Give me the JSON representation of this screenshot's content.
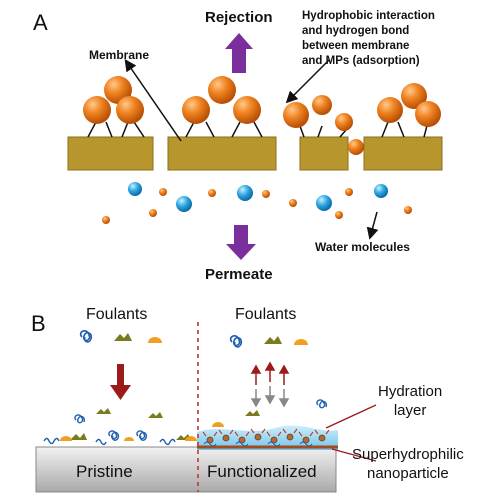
{
  "panel_a": {
    "letter": "A",
    "rejection": "Rejection",
    "membrane": "Membrane",
    "interaction": [
      "Hydrophobic interaction",
      "and hydrogen bond",
      "between membrane",
      "and MPs (adsorption)"
    ],
    "water": "Water molecules",
    "permeate": "Permeate"
  },
  "panel_b": {
    "letter": "B",
    "foulants_left": "Foulants",
    "foulants_right": "Foulants",
    "hydration": [
      "Hydration",
      "layer"
    ],
    "pristine": "Pristine",
    "functionalized": "Functionalized",
    "nanoparticle": [
      "Superhydrophilic",
      "nanoparticle"
    ]
  },
  "colors": {
    "membrane": "#b8962e",
    "microplastic": "#ee7a1a",
    "water": "#2ea7e0",
    "arrow_purple": "#7b2f9c",
    "arrow_red": "#9b1b1b",
    "hydration": "#8fd3ef"
  }
}
